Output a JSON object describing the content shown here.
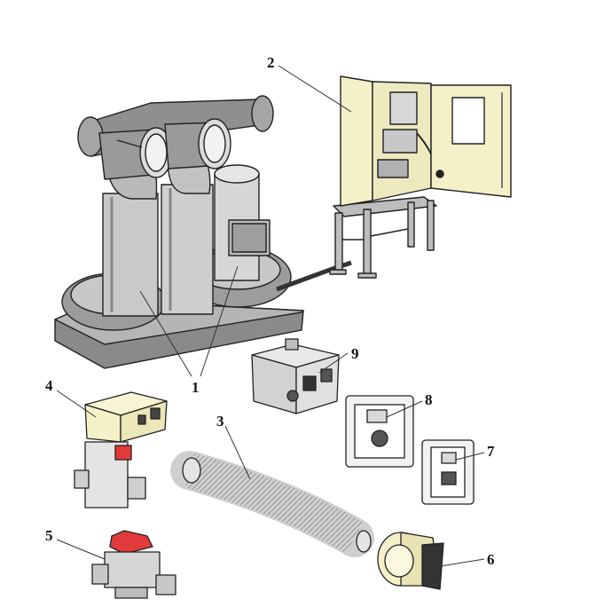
{
  "callouts": [
    {
      "id": "n1",
      "label": "1"
    },
    {
      "id": "n2",
      "label": "2"
    },
    {
      "id": "n3",
      "label": "3"
    },
    {
      "id": "n4",
      "label": "4"
    },
    {
      "id": "n5",
      "label": "5"
    },
    {
      "id": "n6",
      "label": "6"
    },
    {
      "id": "n7",
      "label": "7"
    },
    {
      "id": "n8",
      "label": "8"
    },
    {
      "id": "n9",
      "label": "9"
    }
  ],
  "colors": {
    "ink": "#222222",
    "cream": "#f5f0c8",
    "pipe_gray": "#9a9a9a",
    "body_gray": "#d8d8d8",
    "dark_gray": "#555555",
    "valve_red": "#e23a3a",
    "background": "#ffffff"
  }
}
